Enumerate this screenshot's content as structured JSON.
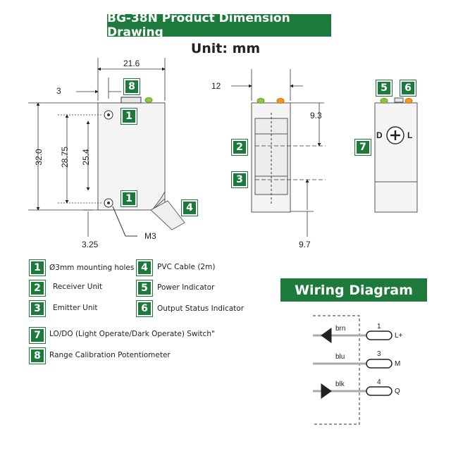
{
  "title": "BG-38N  Product Dimension Drawing",
  "unit": "Unit: mm",
  "wiring_title": "Wiring Diagram",
  "dimensions": {
    "width_top": "21.6",
    "offset_3": "3",
    "height_32": "32.0",
    "height_2875": "28.75",
    "height_254": "25.4",
    "bottom_325": "3.25",
    "m3": "M3",
    "side_12": "12",
    "side_93": "9.3",
    "side_97": "9.7"
  },
  "side_labels": {
    "d": "D",
    "l": "L"
  },
  "badges": [
    "8",
    "1",
    "1",
    "4",
    "2",
    "3",
    "5",
    "6",
    "7"
  ],
  "legend": [
    {
      "num": "1",
      "text": "Ø3mm mounting holes"
    },
    {
      "num": "2",
      "text": "Receiver Unit"
    },
    {
      "num": "3",
      "text": "Emitter Unit"
    },
    {
      "num": "4",
      "text": "PVC Cable (2m)"
    },
    {
      "num": "5",
      "text": "Power Indicator"
    },
    {
      "num": "6",
      "text": "Output Status Indicator"
    },
    {
      "num": "7",
      "text": "LO/DO (Light Operate/Dark Operate) Switch\""
    },
    {
      "num": "8",
      "text": "Range Calibration Potentiometer"
    }
  ],
  "wiring": [
    {
      "wire": "brn",
      "pin": "1",
      "signal": "L+"
    },
    {
      "wire": "blu",
      "pin": "3",
      "signal": "M"
    },
    {
      "wire": "blk",
      "pin": "4",
      "signal": "Q"
    }
  ],
  "colors": {
    "accent": "#1e7a3c",
    "led_green": "#8dc63f",
    "led_orange": "#f7941d"
  }
}
